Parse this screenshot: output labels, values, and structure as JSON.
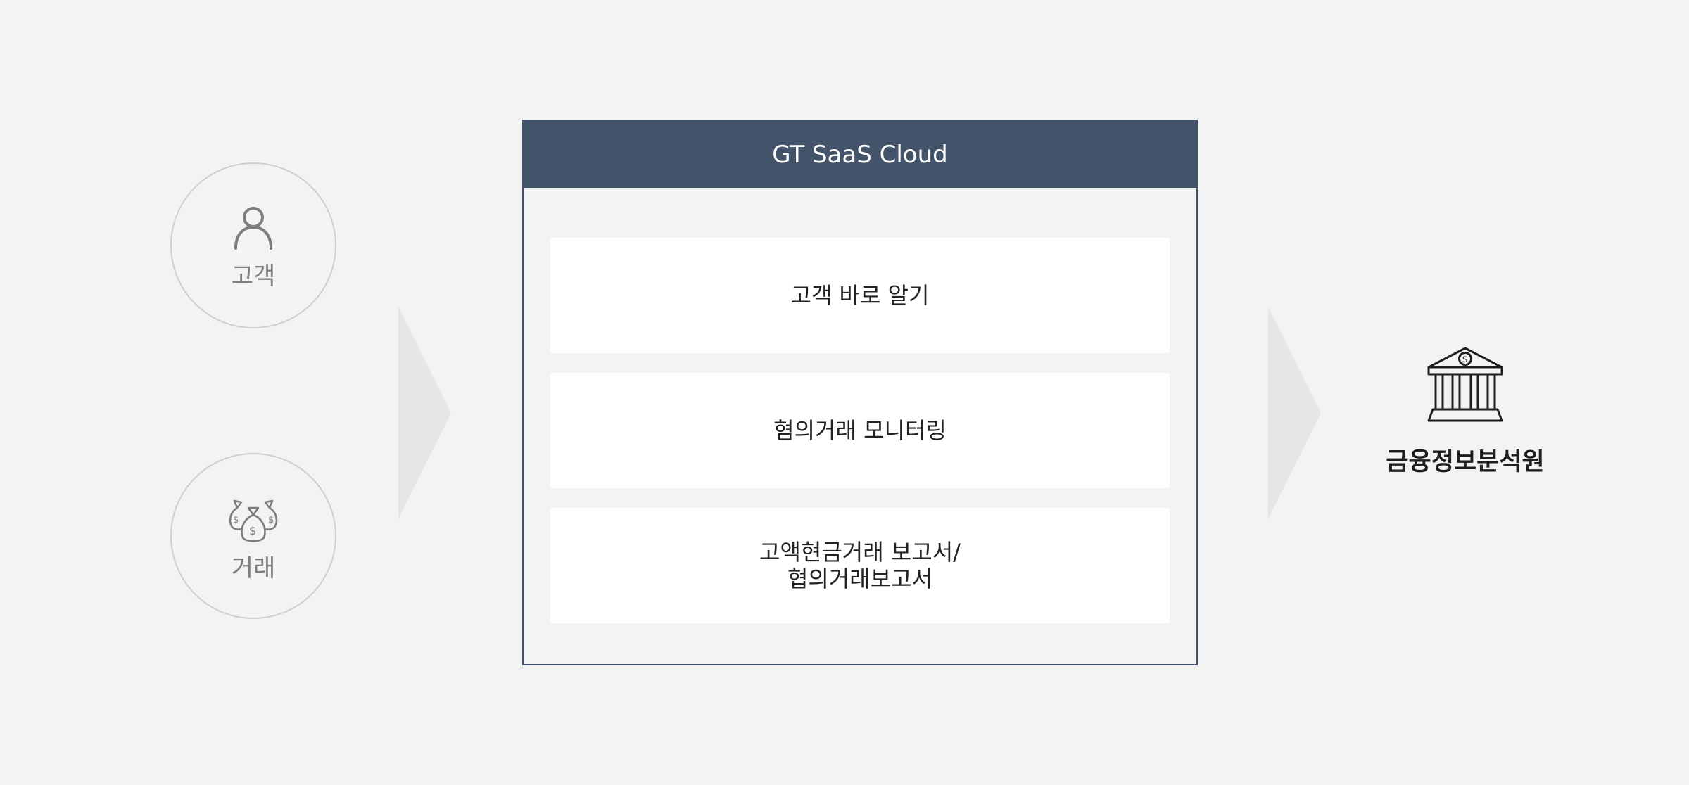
{
  "inputs": {
    "customer": {
      "label": "고객",
      "icon": "person-icon"
    },
    "transaction": {
      "label": "거래",
      "icon": "money-bags-icon"
    }
  },
  "platform": {
    "title": "GT SaaS Cloud",
    "services": [
      {
        "lines": [
          "고객 바로 알기"
        ]
      },
      {
        "lines": [
          "혐의거래 모니터링"
        ]
      },
      {
        "lines": [
          "고액현금거래 보고서/",
          "협의거래보고서"
        ]
      }
    ]
  },
  "output": {
    "label": "금융정보분석원",
    "icon": "bank-icon"
  },
  "colors": {
    "background": "#f3f3f3",
    "header": "#43536a",
    "arrow": "#e6e6e6",
    "circle_border": "#cfcfcf",
    "muted_text": "#7d7d7d"
  }
}
